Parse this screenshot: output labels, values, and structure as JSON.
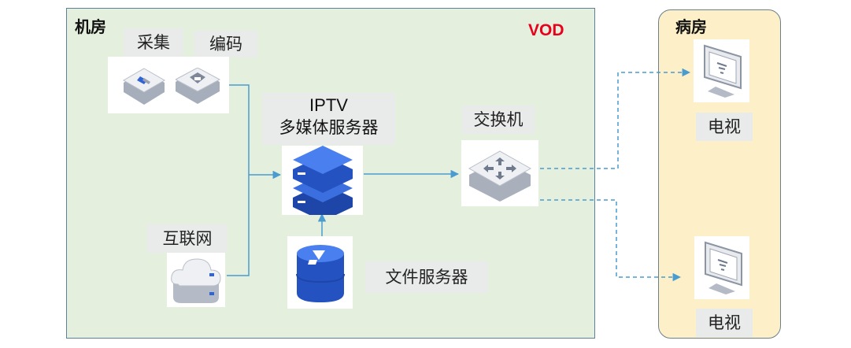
{
  "machine_room": {
    "title": "机房",
    "badge": "VOD"
  },
  "ward": {
    "title": "病房"
  },
  "labels": {
    "capture": "采集",
    "encode": "编码",
    "iptv_line1": "IPTV",
    "iptv_line2": "多媒体服务器",
    "switch": "交换机",
    "internet": "互联网",
    "file_server": "文件服务器",
    "tv_top": "电视",
    "tv_bottom": "电视"
  },
  "colors": {
    "room_fill": "#e4f0dd",
    "ward_fill": "#fdf0c8",
    "badge": "#e8001c",
    "connector": "#4a9bcf",
    "server_blue": "#2f63d6"
  },
  "icons": [
    "capture-device-icon",
    "encoder-device-icon",
    "server-icon",
    "switch-icon",
    "cloud-icon",
    "database-icon",
    "monitor-icon"
  ]
}
